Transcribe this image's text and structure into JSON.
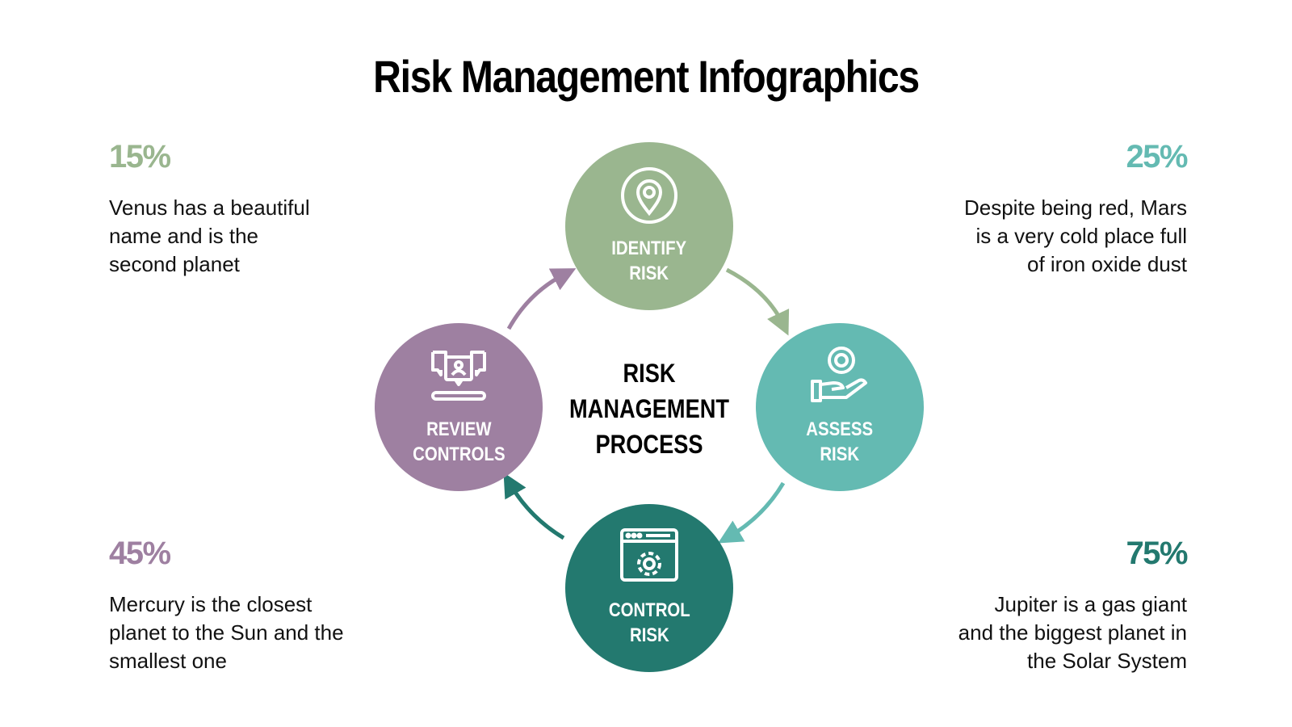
{
  "title": "Risk Management Infographics",
  "center": {
    "line1": "RISK",
    "line2": "MANAGEMENT",
    "line3": "PROCESS"
  },
  "nodes": [
    {
      "id": "identify",
      "line1": "IDENTIFY",
      "line2": "RISK",
      "icon": "location-pin-icon",
      "color": "#9ab68f"
    },
    {
      "id": "assess",
      "line1": "ASSESS",
      "line2": "RISK",
      "icon": "hand-coin-icon",
      "color": "#64bab2"
    },
    {
      "id": "control",
      "line1": "CONTROL",
      "line2": "RISK",
      "icon": "browser-gear-icon",
      "color": "#23796f"
    },
    {
      "id": "review",
      "line1": "REVIEW",
      "line2": "CONTROLS",
      "icon": "chat-user-icon",
      "color": "#9e80a1"
    }
  ],
  "stats": {
    "top_left": {
      "value": "15%",
      "color": "#9ab68f",
      "text": "Venus has a beautiful name and is the second planet",
      "lines": [
        "Venus has a beautiful",
        "name and is the",
        "second planet"
      ]
    },
    "top_right": {
      "value": "25%",
      "color": "#64bab2",
      "text": "Despite being red, Mars is a very cold place full of iron oxide dust",
      "lines": [
        "Despite being red, Mars",
        "is a very cold place full",
        "of iron oxide dust"
      ]
    },
    "bottom_left": {
      "value": "45%",
      "color": "#9e80a1",
      "text": "Mercury is the closest planet to the Sun and the smallest one",
      "lines": [
        "Mercury is the closest",
        "planet to the Sun and the",
        "smallest one"
      ]
    },
    "bottom_right": {
      "value": "75%",
      "color": "#23796f",
      "text": "Jupiter is a gas giant and the biggest planet in the Solar System",
      "lines": [
        "Jupiter is a gas giant",
        "and the biggest planet in",
        "the Solar System"
      ]
    }
  },
  "arrows": [
    {
      "from": "identify",
      "to": "assess",
      "color": "#9ab68f"
    },
    {
      "from": "assess",
      "to": "control",
      "color": "#64bab2"
    },
    {
      "from": "control",
      "to": "review",
      "color": "#23796f"
    },
    {
      "from": "review",
      "to": "identify",
      "color": "#9e80a1"
    }
  ]
}
